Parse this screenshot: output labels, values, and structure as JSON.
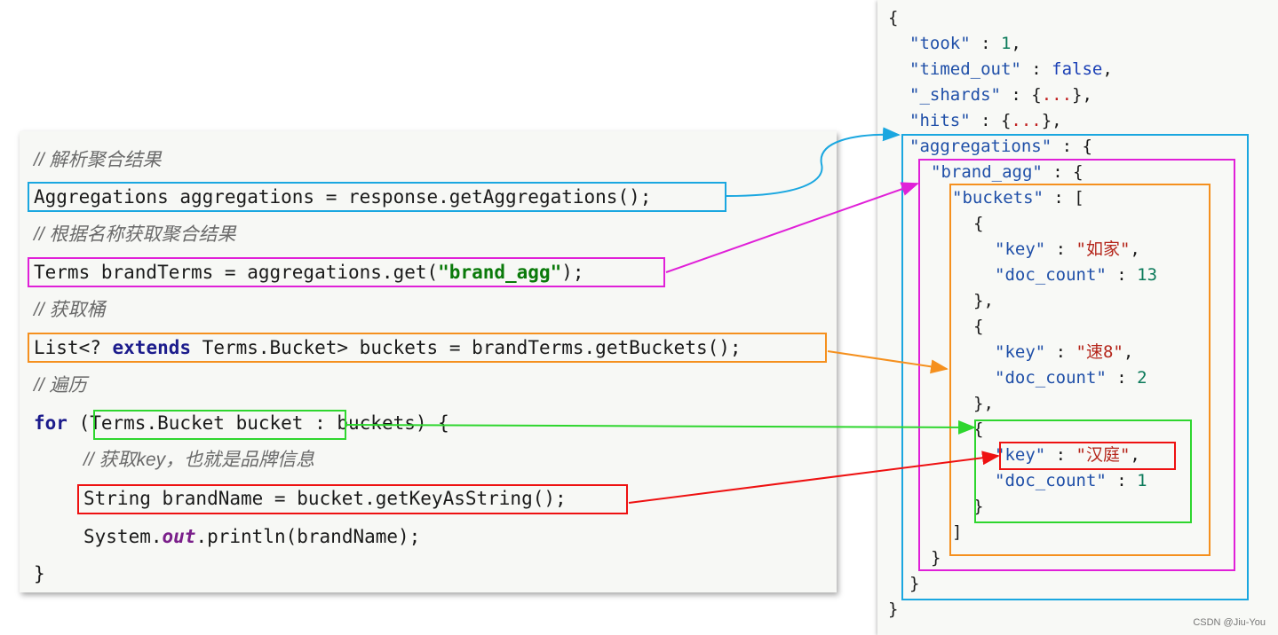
{
  "code": {
    "comment1": "// 解析聚合结果",
    "line1": "Aggregations aggregations = response.getAggregations();",
    "comment2": "// 根据名称获取聚合结果",
    "line2_pre": "Terms brandTerms = aggregations.get(",
    "line2_str": "\"brand_agg\"",
    "line2_post": ");",
    "comment3": "// 获取桶",
    "line3_pre": "List<? ",
    "line3_kw": "extends",
    "line3_post": " Terms.Bucket> buckets = brandTerms.getBuckets();",
    "comment4": "// 遍历",
    "for_kw": "for",
    "for_rest_a": " (",
    "for_var": "Terms.Bucket bucket",
    "for_rest_b": " : buckets) {",
    "comment5": "// 获取key，也就是品牌信息",
    "line5": "String brandName = bucket.getKeyAsString();",
    "line6_pre": "System.",
    "line6_out": "out",
    "line6_post": ".println(brandName);",
    "close": "}"
  },
  "json": {
    "open": "{",
    "took_key": "\"took\"",
    "took_val": "1",
    "timed_out_key": "\"timed_out\"",
    "timed_out_val": "false",
    "shards_key": "\"_shards\"",
    "hits_key": "\"hits\"",
    "ellipsis": "...",
    "aggregations_key": "\"aggregations\"",
    "brand_agg_key": "\"brand_agg\"",
    "buckets_key": "\"buckets\"",
    "key_label": "\"key\"",
    "doc_count_label": "\"doc_count\"",
    "b1_key": "\"如家\"",
    "b1_count": "13",
    "b2_key": "\"速8\"",
    "b2_count": "2",
    "b3_key": "\"汉庭\"",
    "b3_count": "1",
    "close": "}"
  },
  "colors": {
    "aggregations": "#1aa7e0",
    "brand_agg": "#e020d8",
    "buckets": "#f5901e",
    "bucket": "#2ed62e",
    "key": "#ee1111"
  },
  "watermark": "CSDN @Jiu-You"
}
